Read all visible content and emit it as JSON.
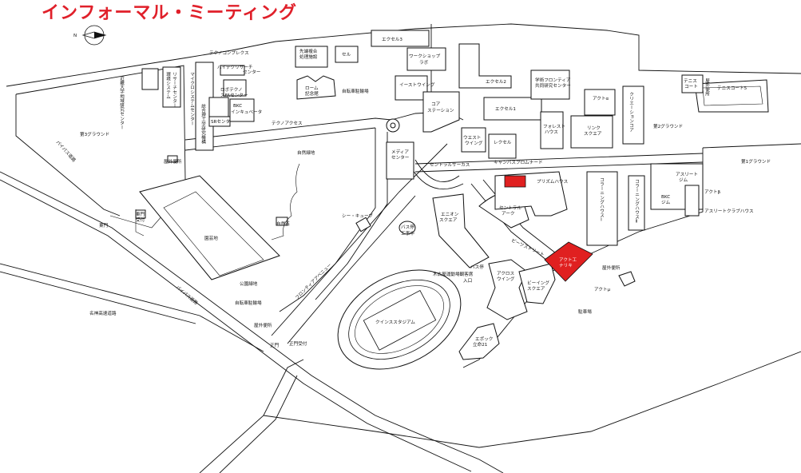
{
  "title": "インフォーマル・ミーティング",
  "colors": {
    "title": "#e0202a",
    "highlight": "#e02020",
    "line": "#111111",
    "background": "#ffffff"
  },
  "compass": {
    "label": "N"
  },
  "labels": {
    "exel3": "エクセル3",
    "fukugo": "先端複合",
    "fukugo2": "処理施設",
    "cell": "セル",
    "workshop": "ワークショップ",
    "lab": "ラボ",
    "exel2": "エクセル2",
    "techno_complex": "テクノコンプレクス",
    "hightech": "ハイテクリサーチ",
    "hightech2": "センター",
    "robo": "ロボテクノ",
    "robo2": "スFAセンター",
    "bkc_incub": "BKC",
    "bkc_incub2": "インキュベータ",
    "sr": "SRセンター",
    "micro": "マイクロシステムセンター",
    "sentan": "総合理工学研究機構",
    "env": "環境システム",
    "env2": "リサーチセンター",
    "kinki": "近畿大学地域研究センター",
    "rohm": "ローム",
    "rohm2": "記念館",
    "bike_parking": "自転車駐輪場",
    "east_wing": "イーストウイング",
    "core": "コア",
    "core2": "ステーション",
    "gakuen": "学術フロンティア",
    "gakuen2": "共同研究センター",
    "exel1": "エクセル1",
    "forest": "フォレスト",
    "forest2": "ハウス",
    "link": "リンク",
    "link2": "スクエア",
    "acto_alpha": "アクトα",
    "creation": "クリエーションコア",
    "tennis": "テニス",
    "tennis2": "コート",
    "kanri": "屋外便所",
    "tennis_court": "テニスコート5",
    "ground3": "第3グラウンド",
    "ground2": "第2グラウンド",
    "ground1": "第1グラウンド",
    "techno_access": "テクノアクセス",
    "west_wing": "ウエスト",
    "west_wing2": "ウイング",
    "recsel": "レクセル",
    "media": "メディア",
    "media2": "センター",
    "central_circus": "セントラルサーカス",
    "campus_promenade": "キャンパスプロムナード",
    "prism": "プリズムハウス",
    "collab1": "コラーニングハウスⅠ",
    "collab2": "コラーニングハウスⅡ",
    "athlete_gym": "アスリート",
    "athlete_gym2": "ジム",
    "bkc_gym": "BKC",
    "bkc_gym2": "ジム",
    "acto_beta": "アクトβ",
    "athlete_club": "アスリートクラブハウス",
    "nature_green": "自然緑地",
    "nature_stone": "自然石",
    "outdoor_toilet_w": "屋外便所",
    "central_arc": "セントラル",
    "central_arc2": "アーク",
    "eon": "エニオン",
    "eon2": "スクエア",
    "see_cube": "シー・キューブ",
    "bus_stop_top": "バス停",
    "bus_stop_top2": "工事中",
    "beats": "ビーツストリート",
    "actoen": "アクト工",
    "actoen2": "ナリキ",
    "east_gate": "東門",
    "kougen": "東門",
    "kougen2": "受付",
    "highway": "パイパス道路",
    "garden": "園芸地",
    "park_green": "公園緑地",
    "frontier_ave": "フロンティアアベニュー",
    "parking_bike2": "自転車駐輪場",
    "outdoor_toilet_s": "屋外便所",
    "main_gate": "正門",
    "main_gate_rec": "正門受付",
    "meishin": "名神高速道路",
    "bus_stop": "バス停",
    "kisoku": "木広屋運動場観客席",
    "kisoku2": "入口",
    "across": "アクロス",
    "across2": "ウイング",
    "being": "ビーイング",
    "being2": "スクエア",
    "kuinsu": "クインススタジアム",
    "epoch": "エポック",
    "epoch2": "立命21",
    "outdoor_toilet_e": "屋外便所",
    "acto_mu": "アクトμ",
    "parking": "駐車場"
  }
}
